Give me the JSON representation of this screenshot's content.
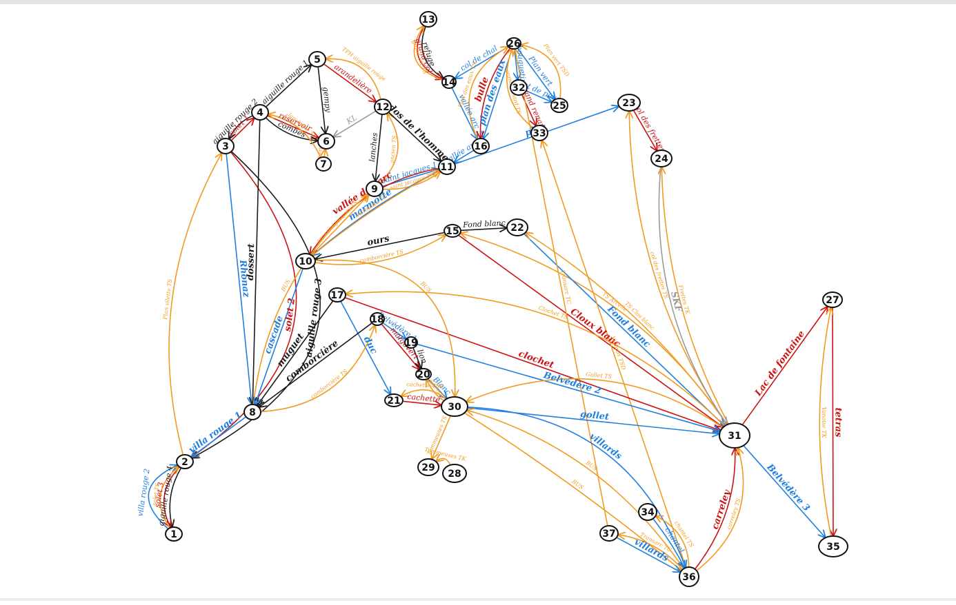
{
  "colors": {
    "black": "#1a1a1a",
    "red": "#cc1111",
    "blue": "#1e7fe0",
    "orange": "#f29a1f",
    "gray": "#9a9a9a"
  },
  "nodes": [
    {
      "id": "1",
      "label": "1"
    },
    {
      "id": "2",
      "label": "2"
    },
    {
      "id": "3",
      "label": "3"
    },
    {
      "id": "4",
      "label": "4"
    },
    {
      "id": "5",
      "label": "5"
    },
    {
      "id": "6",
      "label": "6"
    },
    {
      "id": "7",
      "label": "7"
    },
    {
      "id": "8",
      "label": "8"
    },
    {
      "id": "9",
      "label": "9"
    },
    {
      "id": "10",
      "label": "10"
    },
    {
      "id": "11",
      "label": "11"
    },
    {
      "id": "12",
      "label": "12"
    },
    {
      "id": "13",
      "label": "13"
    },
    {
      "id": "14",
      "label": "14"
    },
    {
      "id": "15",
      "label": "15"
    },
    {
      "id": "16",
      "label": "16"
    },
    {
      "id": "17",
      "label": "17"
    },
    {
      "id": "18",
      "label": "18"
    },
    {
      "id": "19",
      "label": "19"
    },
    {
      "id": "20",
      "label": "20"
    },
    {
      "id": "21",
      "label": "21"
    },
    {
      "id": "22",
      "label": "22"
    },
    {
      "id": "23",
      "label": "23"
    },
    {
      "id": "24",
      "label": "24"
    },
    {
      "id": "25",
      "label": "25"
    },
    {
      "id": "26",
      "label": "26"
    },
    {
      "id": "27",
      "label": "27"
    },
    {
      "id": "28",
      "label": "28"
    },
    {
      "id": "29",
      "label": "29"
    },
    {
      "id": "30",
      "label": "30"
    },
    {
      "id": "31",
      "label": "31"
    },
    {
      "id": "32",
      "label": "32"
    },
    {
      "id": "33",
      "label": "33"
    },
    {
      "id": "34",
      "label": "34"
    },
    {
      "id": "35",
      "label": "35"
    },
    {
      "id": "36",
      "label": "36"
    },
    {
      "id": "37",
      "label": "37"
    }
  ],
  "edges": [
    {
      "from": "2",
      "to": "1",
      "color": "black",
      "label": "aiguille rouge 4"
    },
    {
      "from": "2",
      "to": "1",
      "color": "red",
      "label": "solet 3"
    },
    {
      "from": "1",
      "to": "2",
      "color": "blue",
      "label": "villa rouge 2"
    },
    {
      "from": "1",
      "to": "2",
      "color": "orange",
      "label": "solet TS"
    },
    {
      "from": "3",
      "to": "2",
      "color": "red",
      "label": "solet 2"
    },
    {
      "from": "2",
      "to": "3",
      "color": "orange",
      "label": "Plan vilette TS"
    },
    {
      "from": "3",
      "to": "2",
      "color": "black",
      "label": "aiguille rouge 3"
    },
    {
      "from": "3",
      "to": "8",
      "color": "blue",
      "label": "Rhonaz"
    },
    {
      "from": "8",
      "to": "2",
      "color": "blue",
      "label": "villa rouge 1"
    },
    {
      "from": "3",
      "to": "4",
      "color": "red",
      "label": "solet 1"
    },
    {
      "from": "4",
      "to": "3",
      "color": "black",
      "label": "aiguille rouge 2"
    },
    {
      "from": "4",
      "to": "5",
      "color": "black",
      "label": "aiguille rouge 1"
    },
    {
      "from": "4",
      "to": "6",
      "color": "red",
      "label": "réservoir"
    },
    {
      "from": "4",
      "to": "6",
      "color": "black",
      "label": "combes"
    },
    {
      "from": "4",
      "to": "8",
      "color": "black",
      "label": "dossert"
    },
    {
      "from": "7",
      "to": "4",
      "color": "orange",
      "label": "lanchette TS"
    },
    {
      "from": "5",
      "to": "6",
      "color": "black",
      "label": "gempy"
    },
    {
      "from": "5",
      "to": "12",
      "color": "red",
      "label": "arandelière"
    },
    {
      "from": "12",
      "to": "5",
      "color": "orange",
      "label": "TPH aiguille rouge"
    },
    {
      "from": "12",
      "to": "6",
      "color": "gray",
      "label": "KL"
    },
    {
      "from": "7",
      "to": "6",
      "color": "orange",
      "label": "lanchette TC"
    },
    {
      "from": "12",
      "to": "9",
      "color": "black",
      "label": "lanches"
    },
    {
      "from": "9",
      "to": "12",
      "color": "orange",
      "label": "ancien TS"
    },
    {
      "from": "12",
      "to": "11",
      "color": "black",
      "label": "dos de l'homme"
    },
    {
      "from": "9",
      "to": "11",
      "color": "blue",
      "label": "saint jacques 1"
    },
    {
      "from": "9",
      "to": "11",
      "color": "orange",
      "label": "saint jacques TS"
    },
    {
      "from": "11",
      "to": "10",
      "color": "blue",
      "label": "marmotte"
    },
    {
      "from": "11",
      "to": "10",
      "color": "red",
      "label": "vallée de l'arc"
    },
    {
      "from": "10",
      "to": "11",
      "color": "orange",
      "label": "marmotte TC"
    },
    {
      "from": "8",
      "to": "9",
      "color": "orange",
      "label": "BUS"
    },
    {
      "from": "10",
      "to": "9",
      "color": "orange",
      "label": "arc saint jacques TS"
    },
    {
      "from": "15",
      "to": "10",
      "color": "black",
      "label": "ours"
    },
    {
      "from": "15",
      "to": "22",
      "color": "black",
      "label": "Fond blanc"
    },
    {
      "from": "10",
      "to": "15",
      "color": "orange",
      "label": "comborcière TS"
    },
    {
      "from": "15",
      "to": "31",
      "color": "red",
      "label": "Cloux blanc"
    },
    {
      "from": "31",
      "to": "15",
      "color": "orange",
      "label": "TS Arcelle"
    },
    {
      "from": "22",
      "to": "31",
      "color": "blue",
      "label": "Fond blanc"
    },
    {
      "from": "31",
      "to": "22",
      "color": "orange",
      "label": "TS Clos blanc"
    },
    {
      "from": "16",
      "to": "11",
      "color": "blue",
      "label": "vallée arc"
    },
    {
      "from": "11",
      "to": "23",
      "color": "blue",
      "label": "plan"
    },
    {
      "from": "13",
      "to": "14",
      "color": "black",
      "label": "refuge"
    },
    {
      "from": "13",
      "to": "14",
      "color": "red",
      "label": "grand col"
    },
    {
      "from": "14",
      "to": "13",
      "color": "orange",
      "label": "grand col TS"
    },
    {
      "from": "14",
      "to": "16",
      "color": "blue",
      "label": "vallée arc"
    },
    {
      "from": "26",
      "to": "14",
      "color": "blue",
      "label": "col de chal"
    },
    {
      "from": "26",
      "to": "16",
      "color": "blue",
      "label": "plan des eaux"
    },
    {
      "from": "26",
      "to": "16",
      "color": "red",
      "label": "bulle"
    },
    {
      "from": "26",
      "to": "32",
      "color": "blue",
      "label": "bouquetin"
    },
    {
      "from": "26",
      "to": "25",
      "color": "blue",
      "label": "Plan vert"
    },
    {
      "from": "32",
      "to": "25",
      "color": "blue",
      "label": "pont de pourye"
    },
    {
      "from": "32",
      "to": "33",
      "color": "red",
      "label": "grand renard"
    },
    {
      "from": "25",
      "to": "26",
      "color": "orange",
      "label": "Plan vert TSD"
    },
    {
      "from": "33",
      "to": "26",
      "color": "orange",
      "label": "grand renard TS"
    },
    {
      "from": "16",
      "to": "26",
      "color": "orange",
      "label": "Plan des eaux TS"
    },
    {
      "from": "37",
      "to": "26",
      "color": "orange",
      "label": "Transarc TC"
    },
    {
      "from": "36",
      "to": "33",
      "color": "orange",
      "label": "Villards TSD"
    },
    {
      "from": "23",
      "to": "24",
      "color": "red",
      "label": "col des frettes"
    },
    {
      "from": "31",
      "to": "23",
      "color": "orange",
      "label": "col des frettes TS"
    },
    {
      "from": "31",
      "to": "24",
      "color": "orange",
      "label": "Frettes TK"
    },
    {
      "from": "24",
      "to": "31",
      "color": "gray",
      "label": "SKF"
    },
    {
      "from": "17",
      "to": "8",
      "color": "black",
      "label": "muguet"
    },
    {
      "from": "17",
      "to": "21",
      "color": "blue",
      "label": "duc"
    },
    {
      "from": "17",
      "to": "31",
      "color": "red",
      "label": "clochet"
    },
    {
      "from": "31",
      "to": "17",
      "color": "orange",
      "label": "Clochet TS"
    },
    {
      "from": "18",
      "to": "8",
      "color": "black",
      "label": "comborcière"
    },
    {
      "from": "8",
      "to": "18",
      "color": "orange",
      "label": "comborcière TS"
    },
    {
      "from": "18",
      "to": "19",
      "color": "blue",
      "label": "Belvédère 1"
    },
    {
      "from": "19",
      "to": "31",
      "color": "blue",
      "label": "Belvédère 2"
    },
    {
      "from": "18",
      "to": "20",
      "color": "red",
      "label": "malgovert"
    },
    {
      "from": "19",
      "to": "20",
      "color": "black",
      "label": "lion"
    },
    {
      "from": "20",
      "to": "30",
      "color": "blue",
      "label": "Blanc"
    },
    {
      "from": "30",
      "to": "20",
      "color": "orange",
      "label": "malgovert TS"
    },
    {
      "from": "21",
      "to": "30",
      "color": "red",
      "label": "cachette"
    },
    {
      "from": "30",
      "to": "21",
      "color": "orange",
      "label": "cachette TSD"
    },
    {
      "from": "30",
      "to": "29",
      "color": "orange",
      "label": "Tommeuses TS"
    },
    {
      "from": "28",
      "to": "29",
      "color": "orange",
      "label": "Tommeuses TK"
    },
    {
      "from": "30",
      "to": "31",
      "color": "blue",
      "label": "gollet"
    },
    {
      "from": "31",
      "to": "30",
      "color": "orange",
      "label": "Gollet TS"
    },
    {
      "from": "10",
      "to": "30",
      "color": "orange",
      "label": "BUS"
    },
    {
      "from": "36",
      "to": "30",
      "color": "orange",
      "label": "BUS"
    },
    {
      "from": "30",
      "to": "36",
      "color": "orange",
      "label": "BUS"
    },
    {
      "from": "30",
      "to": "36",
      "color": "blue",
      "label": "villards"
    },
    {
      "from": "10",
      "to": "8",
      "color": "blue",
      "label": "cascade"
    },
    {
      "from": "31",
      "to": "27",
      "color": "red",
      "label": "Lac de fontaine"
    },
    {
      "from": "27",
      "to": "35",
      "color": "red",
      "label": "tetras"
    },
    {
      "from": "35",
      "to": "27",
      "color": "orange",
      "label": "Vanoise TK"
    },
    {
      "from": "31",
      "to": "35",
      "color": "blue",
      "label": "Belvédère 3"
    },
    {
      "from": "36",
      "to": "31",
      "color": "red",
      "label": "carreley"
    },
    {
      "from": "36",
      "to": "31",
      "color": "orange",
      "label": "carreley TS"
    },
    {
      "from": "36",
      "to": "34",
      "color": "orange",
      "label": "chantel TS"
    },
    {
      "from": "34",
      "to": "36",
      "color": "blue",
      "label": "chantel"
    },
    {
      "from": "37",
      "to": "36",
      "color": "blue",
      "label": "villards"
    },
    {
      "from": "36",
      "to": "37",
      "color": "orange",
      "label": "Transarc TC"
    }
  ]
}
